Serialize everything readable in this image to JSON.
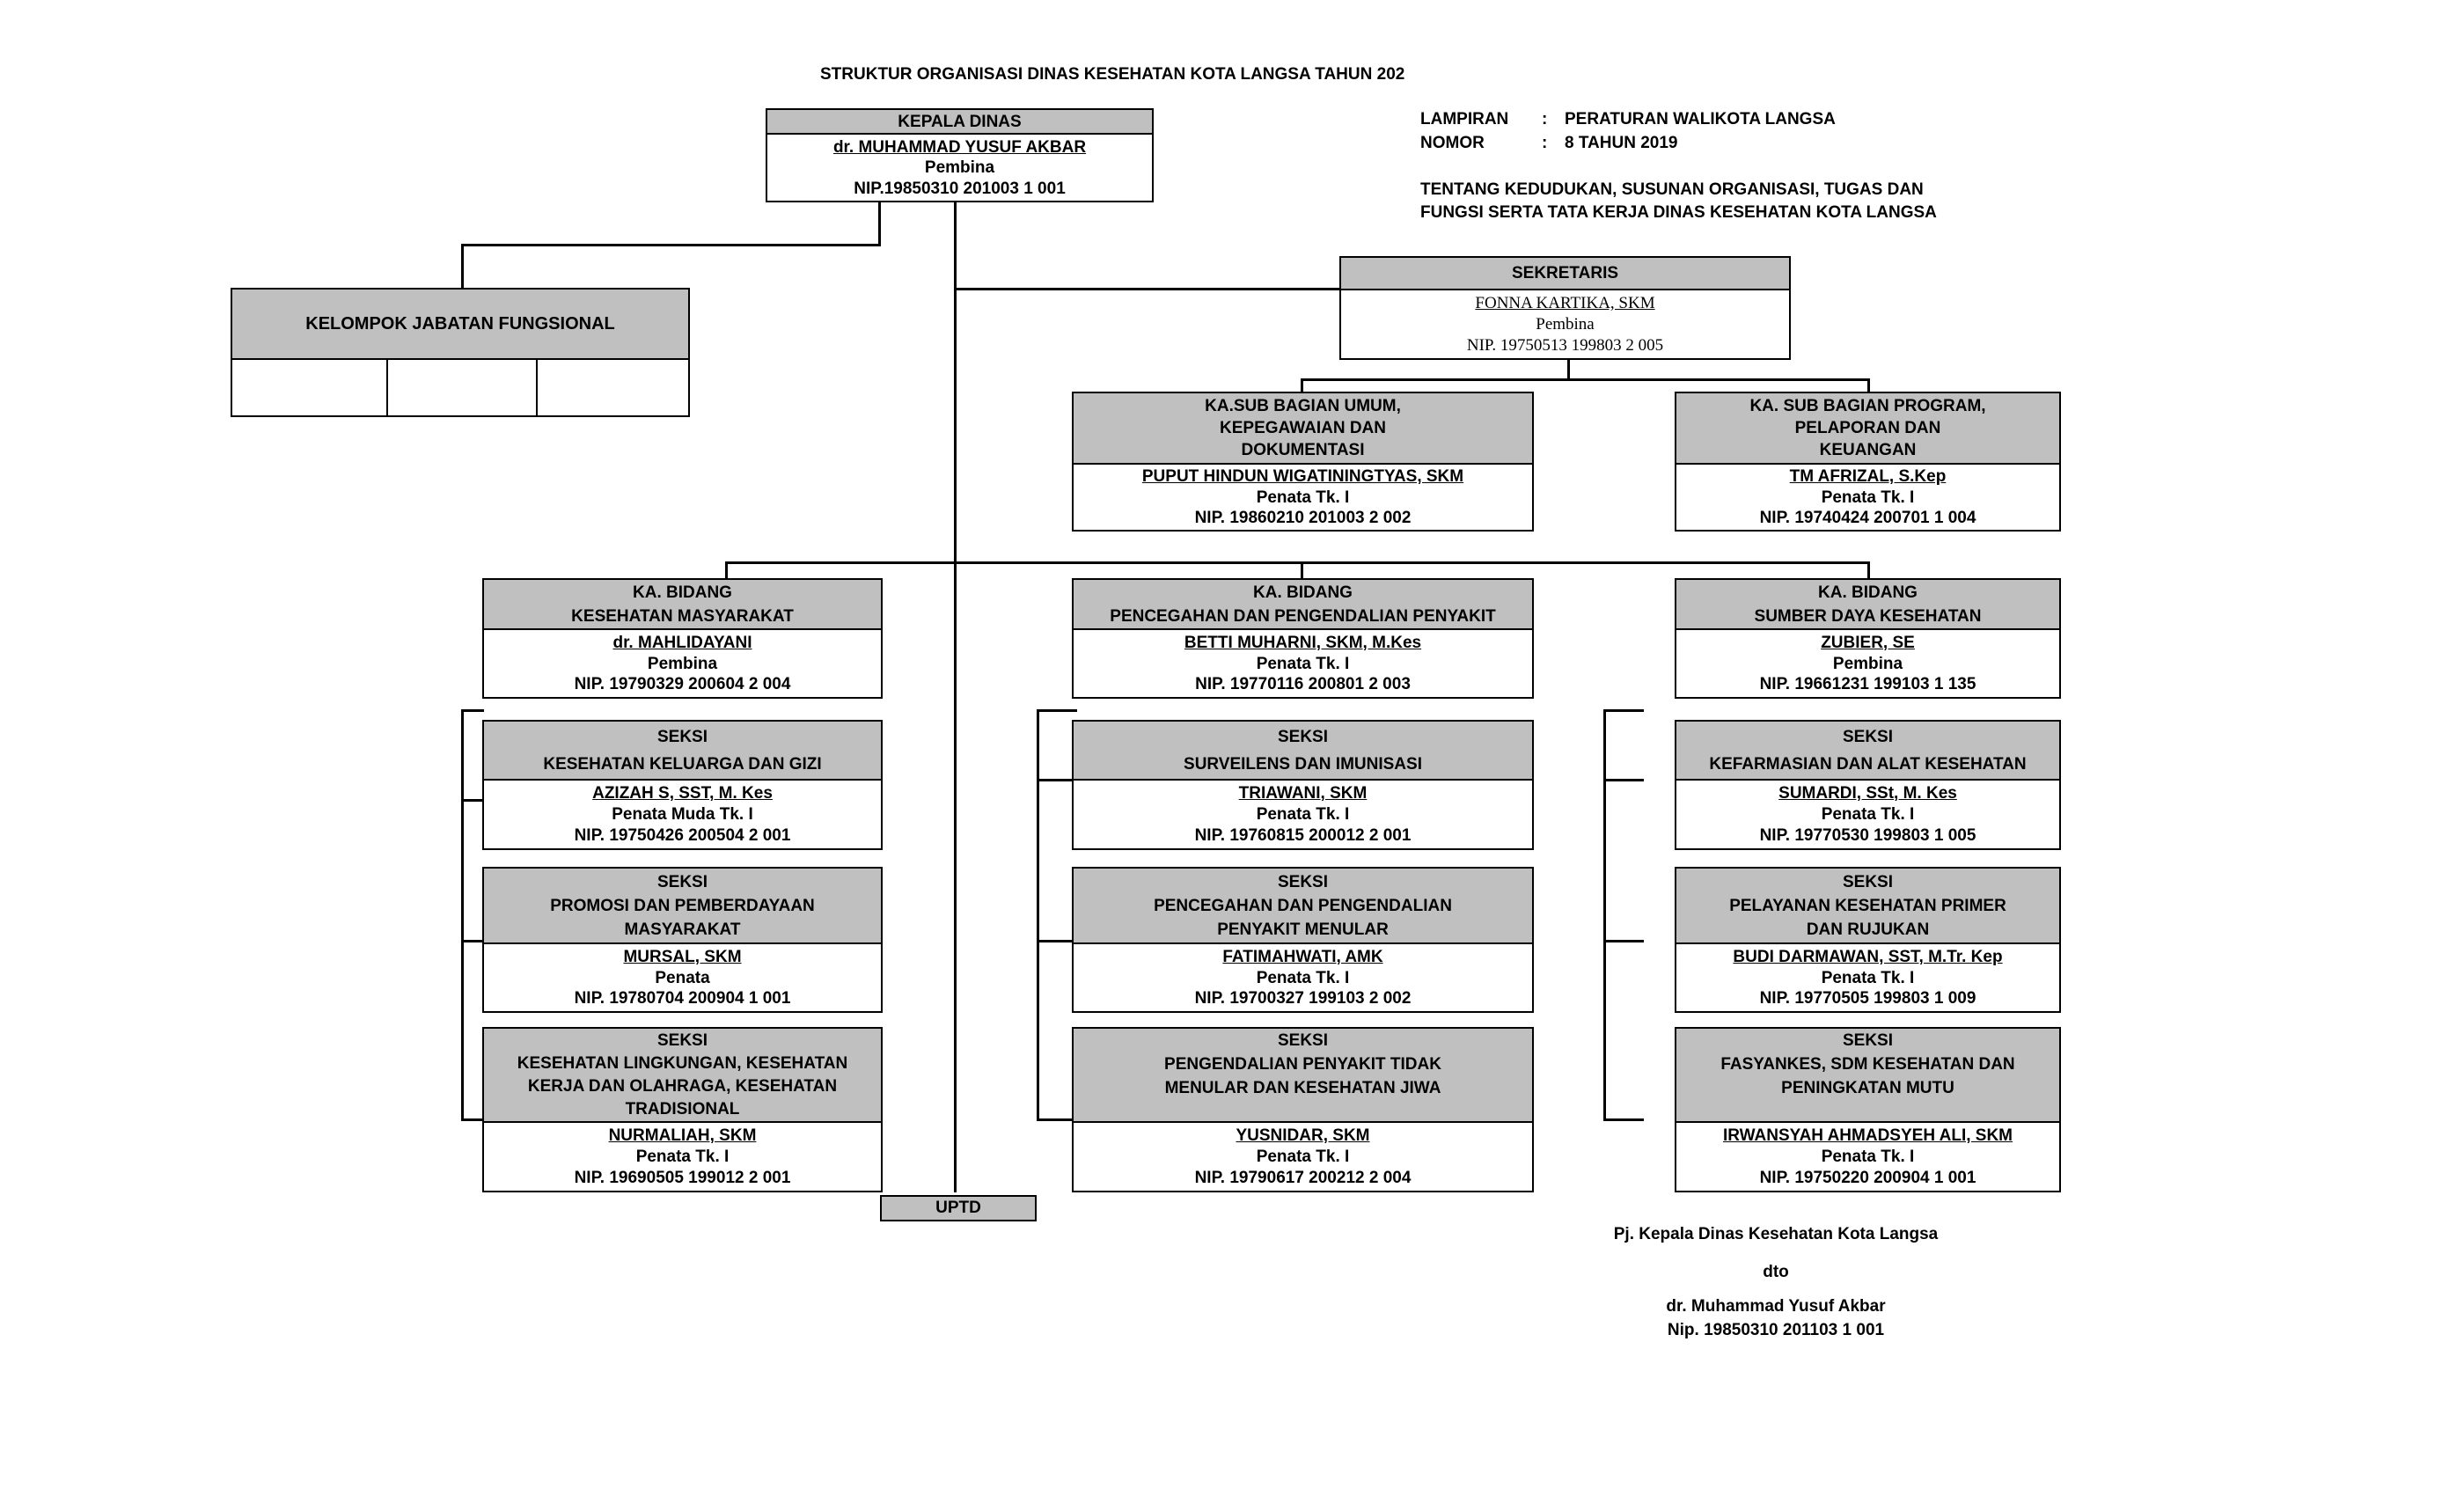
{
  "title": "STRUKTUR ORGANISASI DINAS KESEHATAN KOTA LANGSA TAHUN 202",
  "lampiran": {
    "label1": "LAMPIRAN",
    "sep1": ":",
    "value1": "PERATURAN WALIKOTA LANGSA",
    "label2": "NOMOR",
    "sep2": ":",
    "value2": "8 TAHUN 2019",
    "tentang1": "TENTANG KEDUDUKAN, SUSUNAN ORGANISASI, TUGAS DAN",
    "tentang2": "FUNGSI SERTA TATA KERJA DINAS KESEHATAN KOTA LANGSA"
  },
  "kepala": {
    "title": "KEPALA DINAS",
    "name": "dr. MUHAMMAD YUSUF AKBAR",
    "rank": "Pembina",
    "nip": "NIP.19850310 201003 1 001"
  },
  "fungsional": {
    "title": "KELOMPOK JABATAN FUNGSIONAL"
  },
  "sekretaris": {
    "title": "SEKRETARIS",
    "name": "FONNA KARTIKA, SKM",
    "rank": "Pembina",
    "nip": "NIP. 19750513 199803 2 005"
  },
  "subbag_umum": {
    "title": [
      "KA.SUB BAGIAN UMUM,",
      "KEPEGAWAIAN DAN",
      "DOKUMENTASI"
    ],
    "name": "PUPUT HINDUN WIGATININGTYAS, SKM",
    "rank": "Penata Tk. I",
    "nip": "NIP. 19860210 201003 2 002"
  },
  "subbag_program": {
    "title": [
      "KA. SUB BAGIAN PROGRAM,",
      "PELAPORAN DAN",
      "KEUANGAN"
    ],
    "name": "TM AFRIZAL, S.Kep",
    "rank": "Penata Tk. I",
    "nip": "NIP. 19740424 200701 1 004"
  },
  "bidang_kesmas": {
    "title": [
      "KA. BIDANG",
      "KESEHATAN MASYARAKAT"
    ],
    "name": "dr. MAHLIDAYANI",
    "rank": "Pembina",
    "nip": "NIP. 19790329 200604 2 004"
  },
  "bidang_p2p": {
    "title": [
      "KA. BIDANG",
      "PENCEGAHAN DAN PENGENDALIAN PENYAKIT"
    ],
    "name": "BETTI MUHARNI, SKM, M.Kes",
    "rank": "Penata Tk. I",
    "nip": "NIP. 19770116 200801 2 003"
  },
  "bidang_sdk": {
    "title": [
      "KA. BIDANG",
      "SUMBER DAYA KESEHATAN"
    ],
    "name": "ZUBIER, SE",
    "rank": "Pembina",
    "nip": "NIP. 19661231 199103 1 135"
  },
  "seksi_gizi": {
    "title": [
      "SEKSI",
      "KESEHATAN KELUARGA DAN GIZI"
    ],
    "name": "AZIZAH S, SST, M. Kes",
    "rank": "Penata Muda Tk. I",
    "nip": "NIP. 19750426 200504 2 001"
  },
  "seksi_promosi": {
    "title": [
      "SEKSI",
      "PROMOSI DAN PEMBERDAYAAN",
      "MASYARAKAT"
    ],
    "name": "MURSAL, SKM",
    "rank": "Penata",
    "nip": "NIP. 19780704 200904 1 001"
  },
  "seksi_kesling": {
    "title": [
      "SEKSI",
      "KESEHATAN LINGKUNGAN, KESEHATAN",
      "KERJA DAN OLAHRAGA, KESEHATAN",
      "TRADISIONAL"
    ],
    "name": "NURMALIAH, SKM",
    "rank": "Penata Tk. I",
    "nip": "NIP. 19690505 199012 2 001"
  },
  "seksi_surveilens": {
    "title": [
      "SEKSI",
      "SURVEILENS DAN IMUNISASI"
    ],
    "name": "TRIAWANI, SKM",
    "rank": "Penata Tk. I",
    "nip": "NIP. 19760815 200012 2 001"
  },
  "seksi_menular": {
    "title": [
      "SEKSI",
      "PENCEGAHAN DAN PENGENDALIAN",
      "PENYAKIT MENULAR"
    ],
    "name": "FATIMAHWATI, AMK",
    "rank": "Penata Tk. I",
    "nip": "NIP. 19700327 199103 2 002"
  },
  "seksi_ptm": {
    "title": [
      "SEKSI",
      "PENGENDALIAN PENYAKIT TIDAK",
      "MENULAR DAN KESEHATAN JIWA"
    ],
    "name": "YUSNIDAR, SKM",
    "rank": "Penata Tk. I",
    "nip": "NIP. 19790617 200212 2 004"
  },
  "seksi_farmasi": {
    "title": [
      "SEKSI",
      "KEFARMASIAN DAN ALAT KESEHATAN"
    ],
    "name": "SUMARDI, SSt, M. Kes",
    "rank": "Penata Tk. I",
    "nip": "NIP. 19770530 199803 1 005"
  },
  "seksi_yankes": {
    "title": [
      "SEKSI",
      "PELAYANAN KESEHATAN PRIMER",
      "DAN RUJUKAN"
    ],
    "name": "BUDI DARMAWAN, SST, M.Tr. Kep",
    "rank": "Penata Tk. I",
    "nip": "NIP. 19770505 199803 1 009"
  },
  "seksi_fasyankes": {
    "title": [
      "SEKSI",
      "FASYANKES, SDM KESEHATAN DAN",
      "PENINGKATAN MUTU"
    ],
    "name": "IRWANSYAH AHMADSYEH ALI, SKM",
    "rank": "Penata Tk. I",
    "nip": "NIP. 19750220 200904 1 001"
  },
  "uptd": {
    "label": "UPTD"
  },
  "signature": {
    "line1": "Pj. Kepala Dinas Kesehatan Kota Langsa",
    "line2": "dto",
    "line3": "dr. Muhammad Yusuf Akbar",
    "line4": "Nip. 19850310 201103 1 001"
  }
}
